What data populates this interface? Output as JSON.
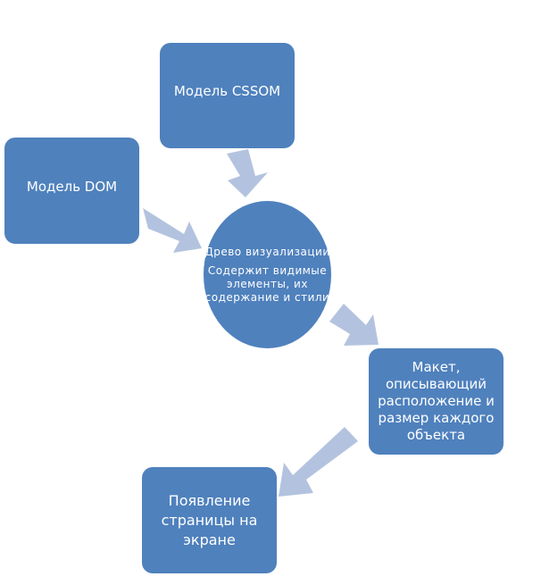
{
  "diagram": {
    "type": "flow",
    "colors": {
      "node_fill": "#4f81bd",
      "arrow_fill": "#b3c3df",
      "text": "#ffffff"
    },
    "nodes": {
      "cssom": {
        "label": "Модель CSSOM"
      },
      "dom": {
        "label": "Модель DOM"
      },
      "render_tree": {
        "title": "Древо визуализации",
        "description": "Содержит видимые элементы, их содержание и стили"
      },
      "layout": {
        "label": "Макет, описывающий расположение и размер каждого объекта"
      },
      "paint": {
        "label": "Появление страницы на экране"
      }
    },
    "edges": [
      {
        "from": "cssom",
        "to": "render_tree"
      },
      {
        "from": "dom",
        "to": "render_tree"
      },
      {
        "from": "render_tree",
        "to": "layout"
      },
      {
        "from": "layout",
        "to": "paint"
      }
    ]
  }
}
